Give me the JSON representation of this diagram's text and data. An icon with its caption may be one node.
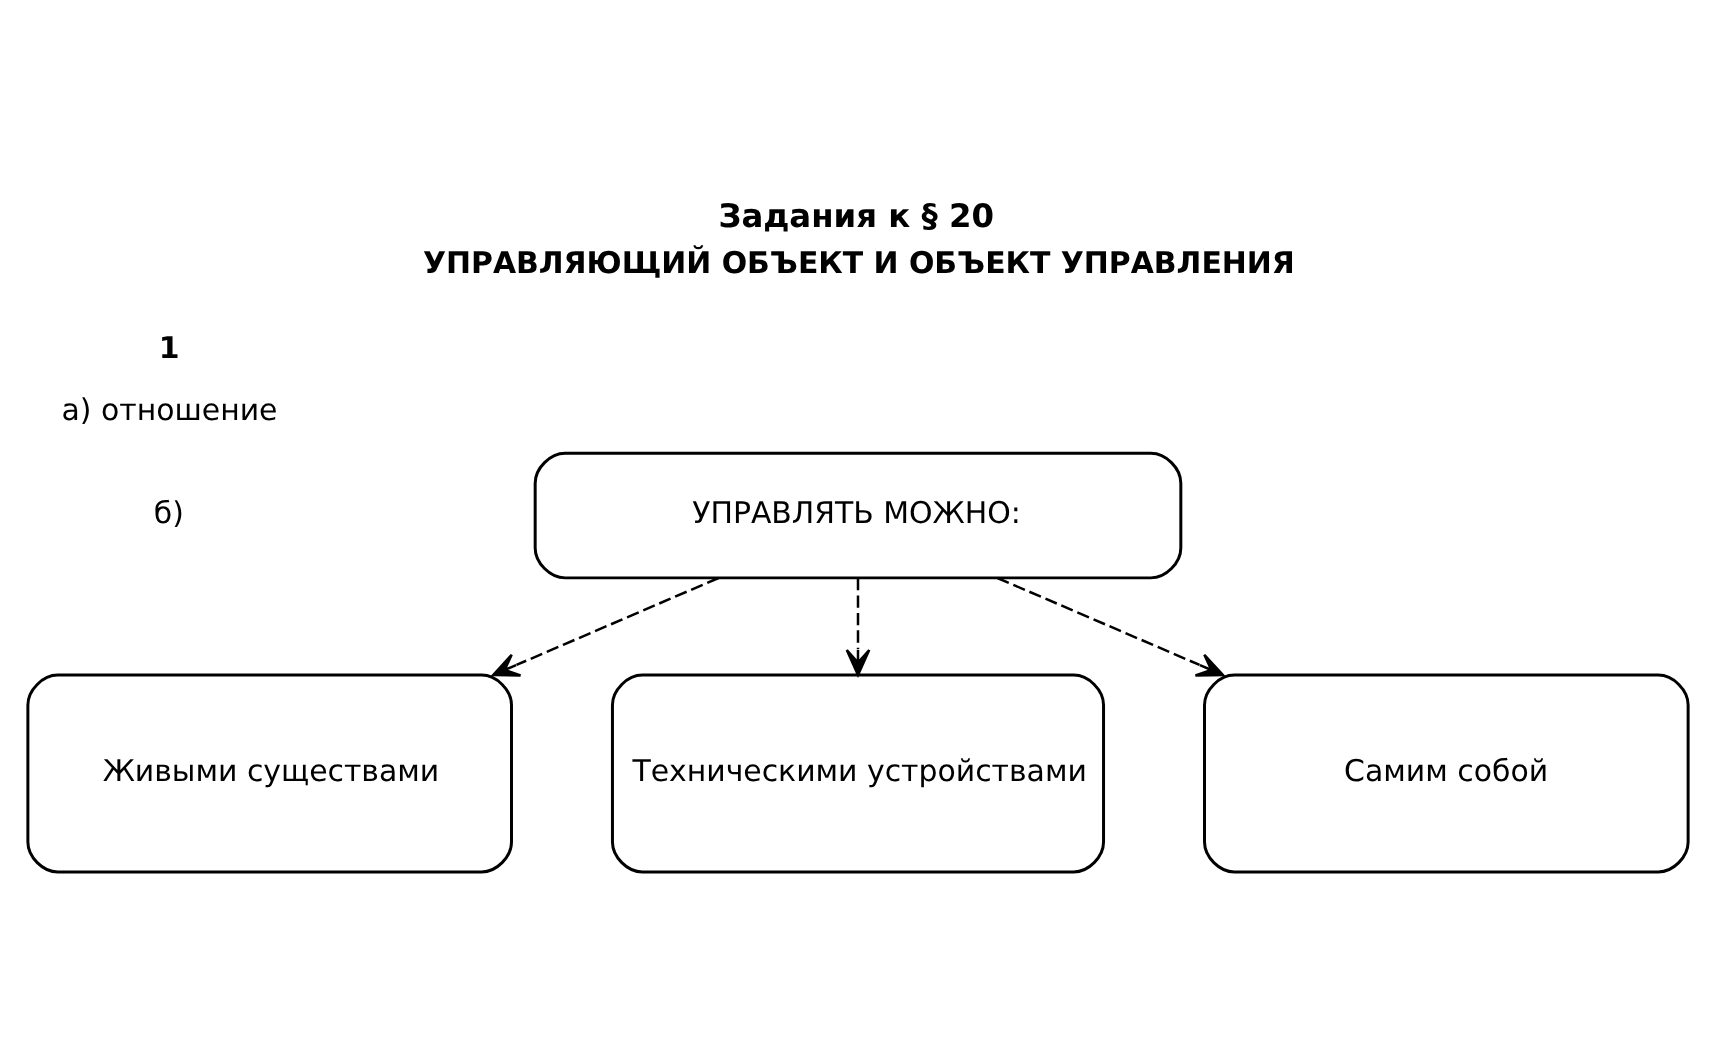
{
  "diagram": {
    "title": "Задания к § 20",
    "nodes": [
      {
        "text": [
          "УПРАВЛЯТЬ МОЖНО:"
        ]
      },
      {
        "text": [
          "Живыми существами"
        ]
      },
      {
        "text": [
          "Техническими устройствами"
        ]
      },
      {
        "text": [
          "Самим собой"
        ]
      }
    ],
    "edges": [
      {
        "from": 0,
        "to": 1,
        "arrow": "to",
        "style": "dashed"
      },
      {
        "from": 0,
        "to": 2,
        "arrow": "to",
        "style": "dashed"
      },
      {
        "from": 0,
        "to": 3,
        "arrow": "to",
        "style": "dashed"
      }
    ],
    "labels": [
      "УПРАВЛЯЮЩИЙ ОБЪЕКТ И ОБЪЕКТ УПРАВЛЕНИЯ",
      "1",
      "а) отношение",
      "б)"
    ]
  }
}
